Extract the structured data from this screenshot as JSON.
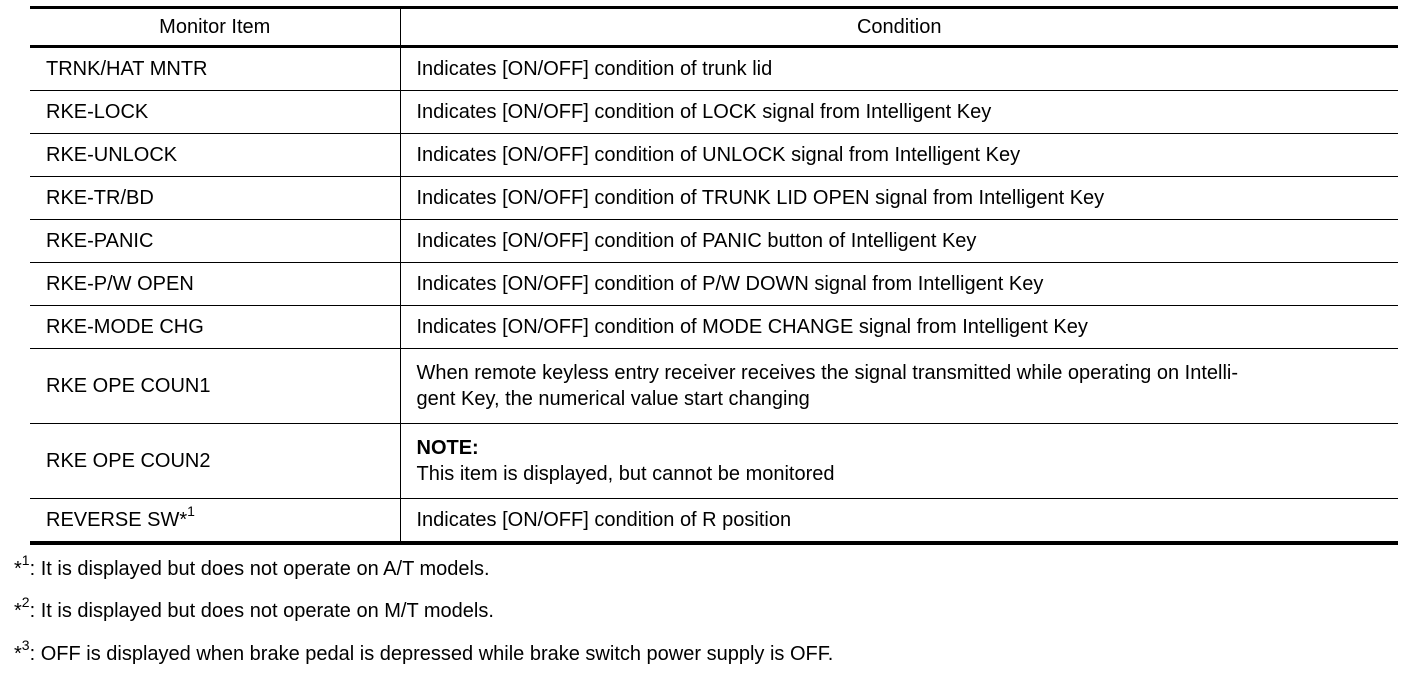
{
  "table": {
    "headers": [
      "Monitor Item",
      "Condition"
    ],
    "rows": [
      {
        "item": "TRNK/HAT MNTR",
        "condition": "Indicates [ON/OFF] condition of trunk lid"
      },
      {
        "item": "RKE-LOCK",
        "condition": "Indicates [ON/OFF] condition of LOCK signal from Intelligent Key"
      },
      {
        "item": "RKE-UNLOCK",
        "condition": "Indicates [ON/OFF] condition of UNLOCK signal from Intelligent Key"
      },
      {
        "item": "RKE-TR/BD",
        "condition": "Indicates [ON/OFF] condition of TRUNK LID OPEN signal from Intelligent Key"
      },
      {
        "item": "RKE-PANIC",
        "condition": "Indicates [ON/OFF] condition of PANIC button of Intelligent Key"
      },
      {
        "item": "RKE-P/W OPEN",
        "condition": "Indicates [ON/OFF] condition of P/W DOWN signal from Intelligent Key"
      },
      {
        "item": "RKE-MODE CHG",
        "condition": "Indicates [ON/OFF] condition of MODE CHANGE signal from Intelligent Key"
      },
      {
        "item": "RKE OPE COUN1",
        "condition_lines": [
          "When remote keyless entry receiver receives the signal transmitted while operating on Intelli-",
          "gent Key, the numerical value start changing"
        ]
      },
      {
        "item": "RKE OPE COUN2",
        "note_label": "NOTE:",
        "note_text": "This item is displayed, but cannot be monitored"
      },
      {
        "item": "REVERSE SW*",
        "item_sup": "1",
        "condition": "Indicates [ON/OFF] condition of R position"
      }
    ]
  },
  "footnotes": [
    {
      "mark": "*",
      "sup": "1",
      "text": ": It is displayed but does not operate on A/T models."
    },
    {
      "mark": "*",
      "sup": "2",
      "text": ": It is displayed but does not operate on M/T models."
    },
    {
      "mark": "*",
      "sup": "3",
      "text": ": OFF is displayed when brake pedal is depressed while brake switch power supply is OFF."
    }
  ]
}
